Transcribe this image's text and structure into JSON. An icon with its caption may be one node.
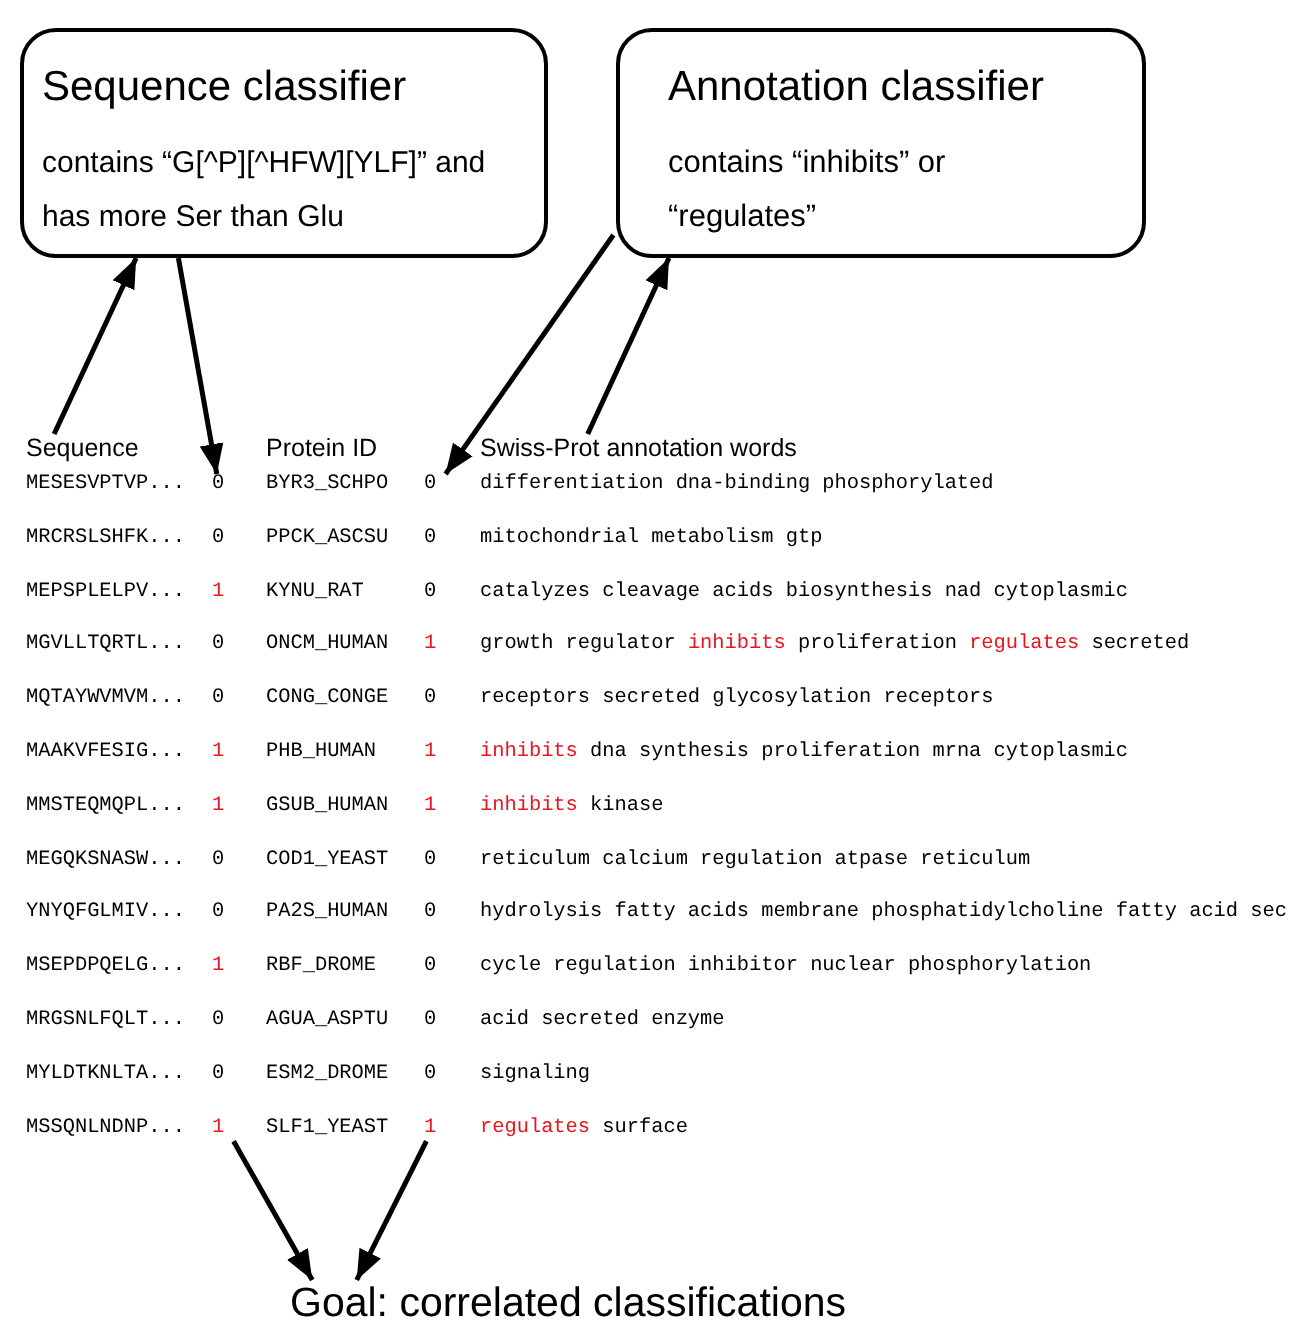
{
  "diagram": {
    "nodes": [
      {
        "text": [
          "Sequence classifier",
          "contains “G[^P][^HFW][YLF]” and has more Ser than Glu"
        ]
      },
      {
        "text": [
          "Annotation classifier",
          "contains “inhibits” or “regulates”"
        ]
      },
      {
        "text": [
          "Sequence"
        ]
      },
      {
        "text": [
          "0",
          "0",
          "*1*",
          "0",
          "0",
          "*1*",
          "*1*",
          "0",
          "0",
          "*1*",
          "0",
          "0",
          "*1*"
        ]
      },
      {
        "text": [
          "0",
          "0",
          "0",
          "*1*",
          "0",
          "*1*",
          "*1*",
          "0",
          "0",
          "0",
          "0",
          "0",
          "*1*"
        ]
      },
      {
        "text": [
          "Swiss-Prot annotation words"
        ]
      },
      {
        "text": [
          "Goal: correlated classifications"
        ]
      }
    ],
    "edges": [
      {
        "from": 2,
        "to": 0,
        "arrow": "to"
      },
      {
        "from": 0,
        "to": 3,
        "arrow": "to"
      },
      {
        "from": 1,
        "to": 4,
        "arrow": "to"
      },
      {
        "from": 5,
        "to": 1,
        "arrow": "to"
      },
      {
        "from": 3,
        "to": 6,
        "arrow": "to"
      },
      {
        "from": 4,
        "to": 6,
        "arrow": "to"
      }
    ],
    "labels": [
      "Protein ID",
      "MESESVPTVP...",
      "BYR3_SCHPO",
      "differentiation dna-binding phosphorylated",
      "MRCRSLSHFK...",
      "PPCK_ASCSU",
      "mitochondrial metabolism gtp",
      "MEPSPLELPV...",
      "KYNU_RAT",
      "catalyzes cleavage acids biosynthesis nad cytoplasmic",
      "MGVLLTQRTL...",
      "ONCM_HUMAN",
      "growth regulator *inhibits* proliferation *regulates* secreted",
      "MQTAYWVMVM...",
      "CONG_CONGE",
      "receptors secreted glycosylation receptors",
      "MAAKVFESIG...",
      "PHB_HUMAN",
      "*inhibits* dna synthesis proliferation mrna cytoplasmic",
      "MMSTEQMQPL...",
      "GSUB_HUMAN",
      "*inhibits* kinase",
      "MEGQKSNASW...",
      "COD1_YEAST",
      "reticulum calcium regulation atpase reticulum",
      "YNYQFGLMIV...",
      "PA2S_HUMAN",
      "hydrolysis fatty acids membrane phosphatidylcholine fatty acid sec",
      "MSEPDPQELG...",
      "RBF_DROME",
      "cycle regulation inhibitor nuclear phosphorylation",
      "MRGSNLFQLT...",
      "AGUA_ASPTU",
      "acid secreted enzyme",
      "MYLDTKNLTA...",
      "ESM2_DROME",
      "signaling",
      "MSSQNLNDNP...",
      "SLF1_YEAST",
      "*regulates* surface"
    ]
  }
}
